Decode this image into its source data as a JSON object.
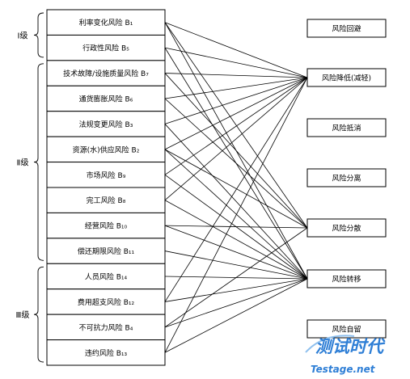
{
  "levels": [
    {
      "id": "L1",
      "label": "Ⅰ级"
    },
    {
      "id": "L2",
      "label": "Ⅱ级"
    },
    {
      "id": "L3",
      "label": "Ⅲ级"
    }
  ],
  "risks": [
    {
      "id": "B1",
      "label": "利率变化风险 B₁",
      "level": "L1"
    },
    {
      "id": "B5",
      "label": "行政性风险 B₅",
      "level": "L1"
    },
    {
      "id": "B7",
      "label": "技术故障/设施质量风险 B₇",
      "level": "L2"
    },
    {
      "id": "B6",
      "label": "通货膨胀风险 B₆",
      "level": "L2"
    },
    {
      "id": "B3",
      "label": "法规变更风险 B₃",
      "level": "L2"
    },
    {
      "id": "B2",
      "label": "资源(水)供应风险 B₂",
      "level": "L2"
    },
    {
      "id": "B9",
      "label": "市场风险 B₉",
      "level": "L2"
    },
    {
      "id": "B8",
      "label": "完工风险 B₈",
      "level": "L2"
    },
    {
      "id": "B10",
      "label": "经营风险 B₁₀",
      "level": "L2"
    },
    {
      "id": "B11",
      "label": "偿还期限风险 B₁₁",
      "level": "L2"
    },
    {
      "id": "B14",
      "label": "人员风险 B₁₄",
      "level": "L3"
    },
    {
      "id": "B12",
      "label": "费用超支风险 B₁₂",
      "level": "L3"
    },
    {
      "id": "B4",
      "label": "不可抗力风险 B₄",
      "level": "L3"
    },
    {
      "id": "B13",
      "label": "违约风险 B₁₃",
      "level": "L3"
    }
  ],
  "strategies": [
    {
      "id": "S1",
      "label": "风险回避"
    },
    {
      "id": "S2",
      "label": "风险降低(减轻)"
    },
    {
      "id": "S3",
      "label": "风险抵消"
    },
    {
      "id": "S4",
      "label": "风险分离"
    },
    {
      "id": "S5",
      "label": "风险分散"
    },
    {
      "id": "S6",
      "label": "风险转移"
    },
    {
      "id": "S7",
      "label": "风险自留"
    }
  ],
  "connections": [
    [
      "B1",
      "S2"
    ],
    [
      "B1",
      "S5"
    ],
    [
      "B1",
      "S6"
    ],
    [
      "B5",
      "S2"
    ],
    [
      "B5",
      "S6"
    ],
    [
      "B7",
      "S2"
    ],
    [
      "B7",
      "S5"
    ],
    [
      "B6",
      "S2"
    ],
    [
      "B6",
      "S5"
    ],
    [
      "B3",
      "S2"
    ],
    [
      "B3",
      "S6"
    ],
    [
      "B2",
      "S2"
    ],
    [
      "B2",
      "S5"
    ],
    [
      "B2",
      "S6"
    ],
    [
      "B9",
      "S2"
    ],
    [
      "B9",
      "S6"
    ],
    [
      "B8",
      "S2"
    ],
    [
      "B8",
      "S6"
    ],
    [
      "B10",
      "S5"
    ],
    [
      "B10",
      "S6"
    ],
    [
      "B11",
      "S6"
    ],
    [
      "B14",
      "S6"
    ],
    [
      "B12",
      "S2"
    ],
    [
      "B12",
      "S6"
    ],
    [
      "B4",
      "S5"
    ],
    [
      "B4",
      "S6"
    ],
    [
      "B13",
      "S2"
    ],
    [
      "B13",
      "S6"
    ]
  ],
  "watermark": {
    "line1": "测试时代",
    "line2": "Testage.net"
  }
}
